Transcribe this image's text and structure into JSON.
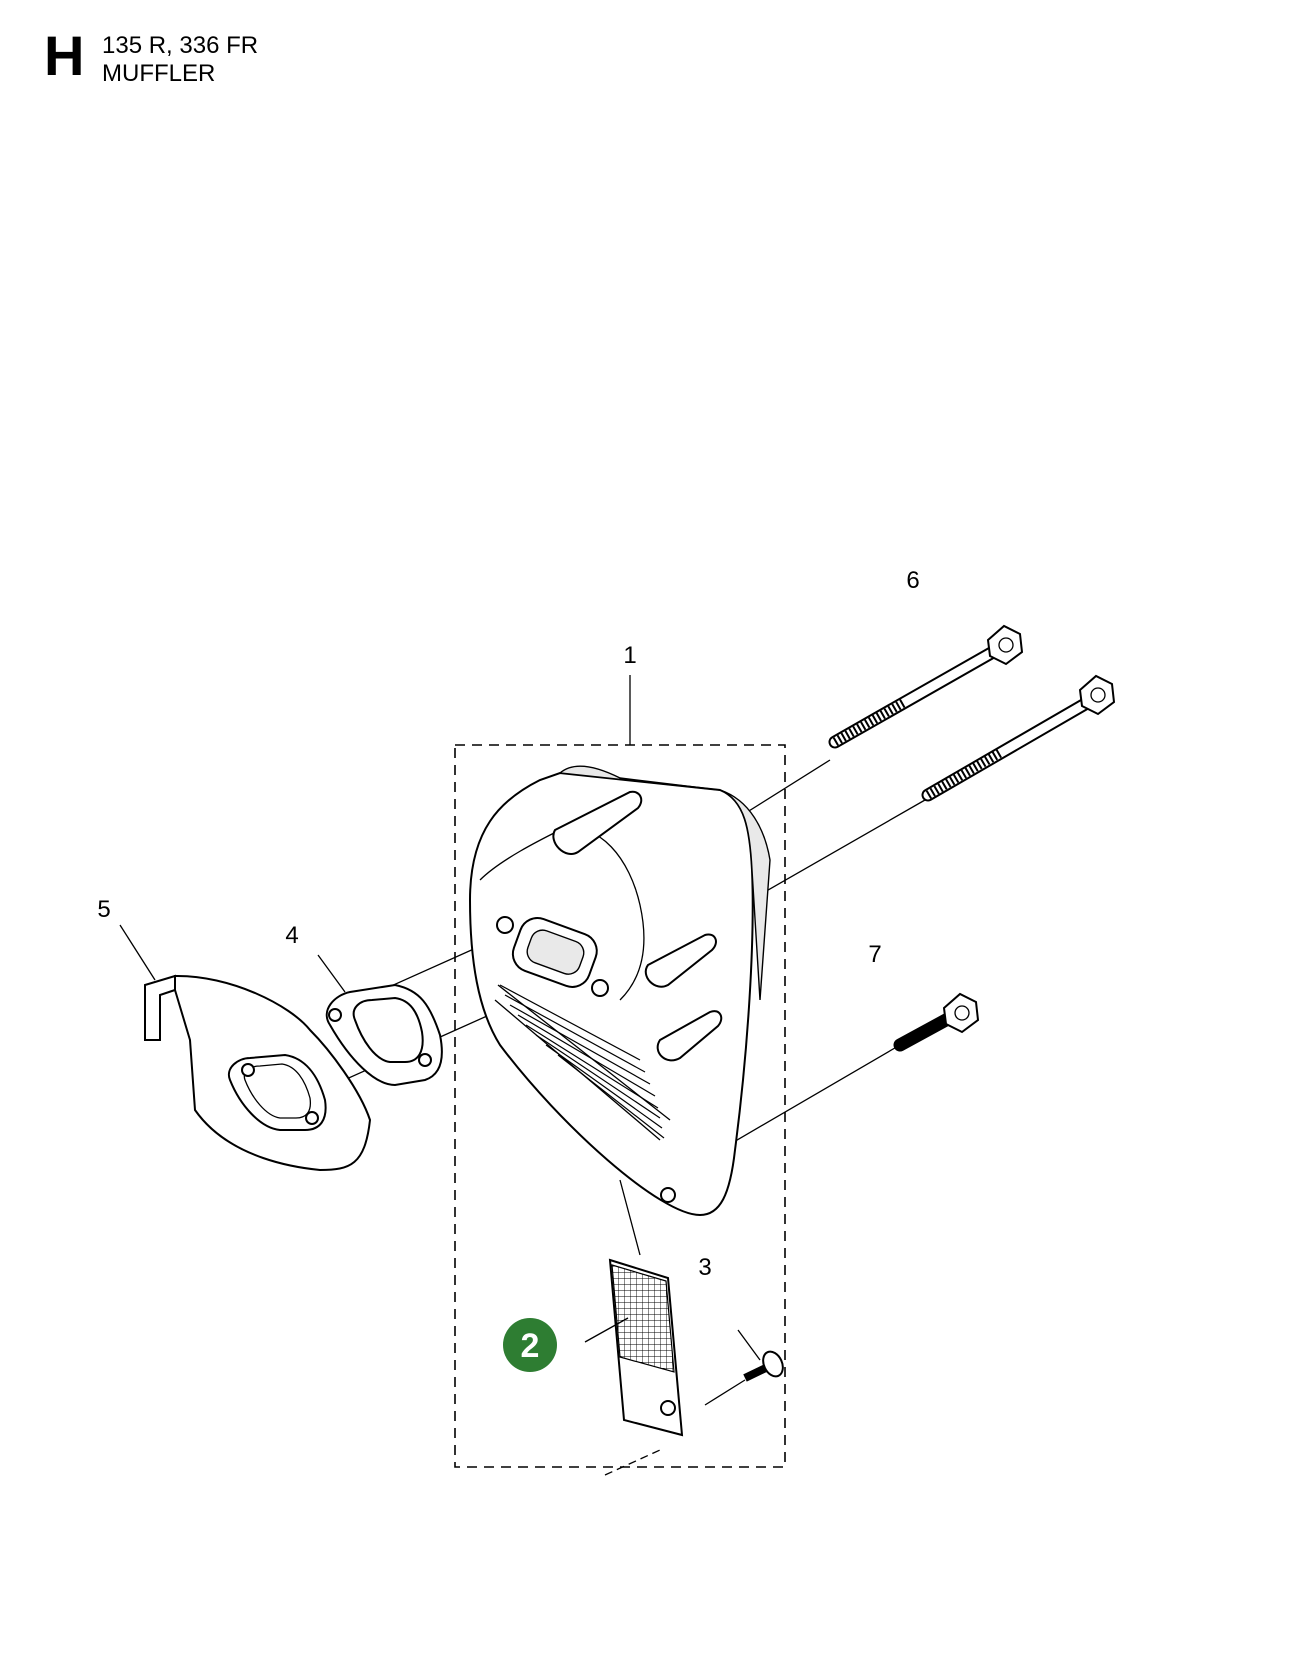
{
  "header": {
    "section_letter": "H",
    "model": "135 R, 336 FR",
    "title": "MUFFLER"
  },
  "callouts": [
    {
      "number": "1"
    },
    {
      "number": "2",
      "highlighted": true
    },
    {
      "number": "3"
    },
    {
      "number": "4"
    },
    {
      "number": "5"
    },
    {
      "number": "6"
    },
    {
      "number": "7"
    }
  ],
  "colors": {
    "highlight": "#2e7d32",
    "line": "#000000",
    "background": "#ffffff"
  }
}
